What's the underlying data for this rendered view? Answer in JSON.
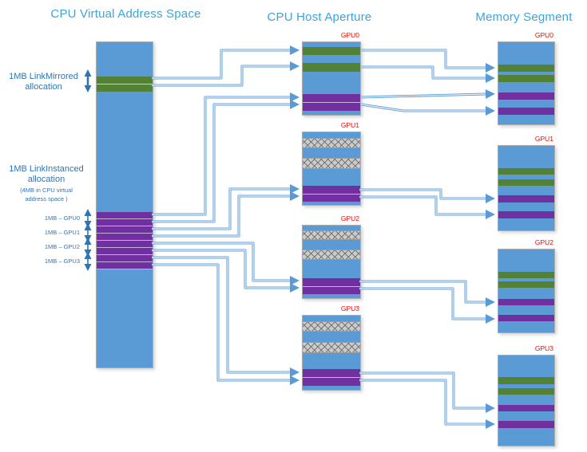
{
  "columns": {
    "cpu_vas": {
      "title": "CPU Virtual Address Space",
      "link_mirrored": {
        "line1": "1MB LinkMirrored",
        "line2": "allocation"
      },
      "link_instanced": {
        "line1": "1MB LinkInstanced",
        "line2": "allocation",
        "note1": "(4MB in CPU virtual",
        "note2": "address space )"
      },
      "gpu_slice_labels": [
        "1MB – GPU0",
        "1MB – GPU1",
        "1MB – GPU2",
        "1MB – GPU3"
      ]
    },
    "host_aperture": {
      "title": "CPU Host Aperture",
      "blocks": [
        {
          "label": "GPU0"
        },
        {
          "label": "GPU1"
        },
        {
          "label": "GPU2"
        },
        {
          "label": "GPU3"
        }
      ]
    },
    "memory_segment": {
      "title": "Memory Segment",
      "blocks": [
        {
          "label": "GPU0"
        },
        {
          "label": "GPU1"
        },
        {
          "label": "GPU2"
        },
        {
          "label": "GPU3"
        }
      ]
    }
  },
  "colors": {
    "bar_blue": "#5B9BD5",
    "green_stripe": "#538135",
    "purple_stripe": "#7030A0",
    "hatch_gray": "#CBCBCB",
    "connector_blue": "#5B9BD5",
    "label_blue": "#2E75B6",
    "title_blue": "#3AA5DC",
    "gpu_label_red": "#FF0000"
  }
}
